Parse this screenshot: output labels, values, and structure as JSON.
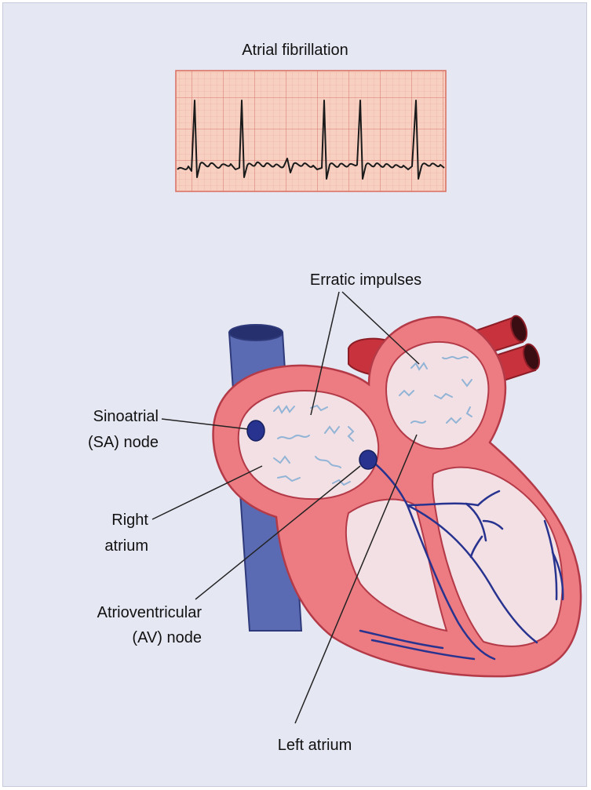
{
  "title": "Atrial fibrillation",
  "labels": {
    "erratic_impulses": "Erratic impulses",
    "sa_node_line1": "Sinoatrial",
    "sa_node_line2": "(SA) node",
    "right_atrium_line1": "Right",
    "right_atrium_line2": "atrium",
    "av_node_line1": "Atrioventricular",
    "av_node_line2": "(AV) node",
    "left_atrium": "Left atrium"
  },
  "colors": {
    "background": "#e5e7f3",
    "ecg_paper": "#f7d0c2",
    "ecg_grid": "#e08a80",
    "ecg_trace": "#1a1a1a",
    "heart_wall": "#ec7b82",
    "heart_outline": "#b43a48",
    "chamber": "#f3e0e4",
    "vessel_blue": "#5a6bb3",
    "vessel_red": "#c8323c",
    "node_blue": "#27338f",
    "impulse": "#92b4d6"
  }
}
